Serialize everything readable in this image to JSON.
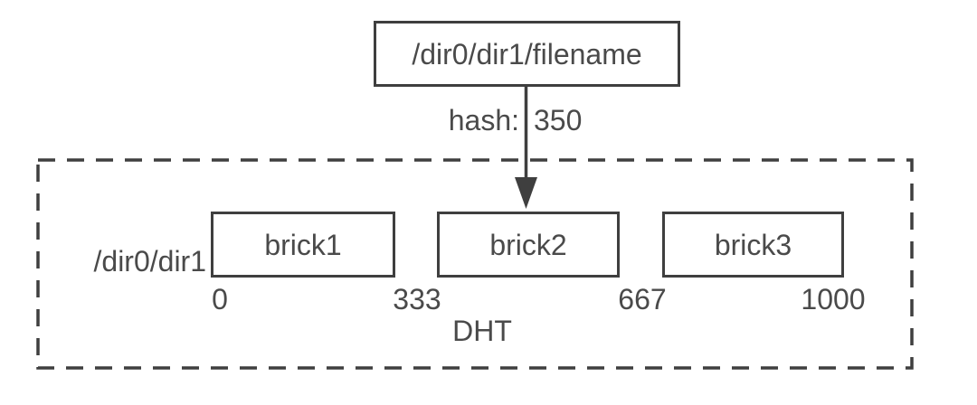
{
  "colors": {
    "stroke": "#3f3f3f",
    "text": "#4a4a4a",
    "background": "#ffffff"
  },
  "file_node": {
    "label": "/dir0/dir1/filename"
  },
  "hash": {
    "prefix": "hash:",
    "value": "350"
  },
  "dht": {
    "label": "DHT",
    "directory_label": "/dir0/dir1",
    "bricks": [
      {
        "label": "brick1"
      },
      {
        "label": "brick2"
      },
      {
        "label": "brick3"
      }
    ],
    "ticks": [
      "0",
      "333",
      "667",
      "1000"
    ]
  }
}
